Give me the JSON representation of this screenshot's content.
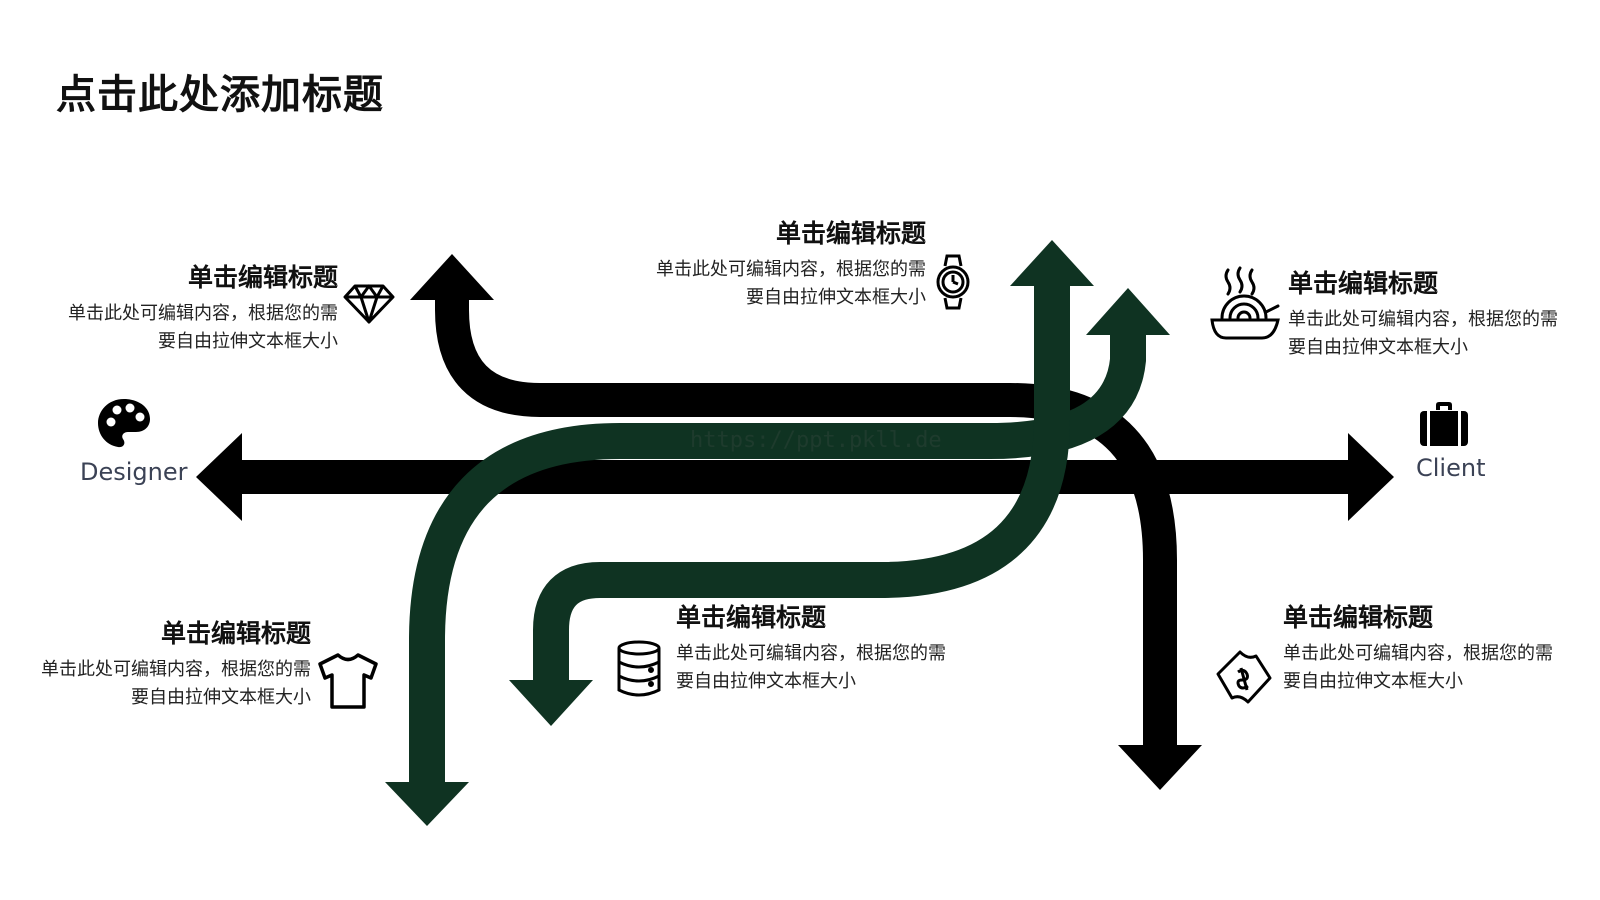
{
  "title": "点击此处添加标题",
  "watermark": "https://ppt.pkll.de",
  "endpoints": {
    "left": {
      "label": "Designer",
      "icon": "palette-icon"
    },
    "right": {
      "label": "Client",
      "icon": "briefcase-icon"
    }
  },
  "items": [
    {
      "icon": "diamond-icon",
      "heading": "单击编辑标题",
      "line1": "单击此处可编辑内容，根据您的需",
      "line2": "要自由拉伸文本框大小"
    },
    {
      "icon": "watch-icon",
      "heading": "单击编辑标题",
      "line1": "单击此处可编辑内容，根据您的需",
      "line2": "要自由拉伸文本框大小"
    },
    {
      "icon": "noodle-bowl-icon",
      "heading": "单击编辑标题",
      "line1": "单击此处可编辑内容，根据您的需",
      "line2": "要自由拉伸文本框大小"
    },
    {
      "icon": "tshirt-icon",
      "heading": "单击编辑标题",
      "line1": "单击此处可编辑内容，根据您的需",
      "line2": "要自由拉伸文本框大小"
    },
    {
      "icon": "database-icon",
      "heading": "单击编辑标题",
      "line1": "单击此处可编辑内容，根据您的需",
      "line2": "要自由拉伸文本框大小"
    },
    {
      "icon": "money-bill-icon",
      "heading": "单击编辑标题",
      "line1": "单击此处可编辑内容，根据您的需",
      "line2": "要自由拉伸文本框大小"
    }
  ],
  "colors": {
    "dark": "#000000",
    "green": "#0f3322"
  }
}
